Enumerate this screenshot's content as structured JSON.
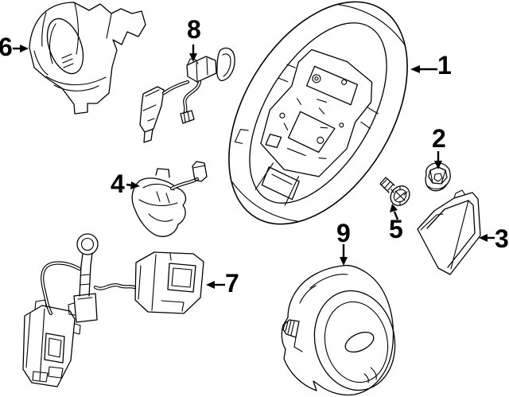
{
  "figure": {
    "type": "exploded-parts-line-drawing",
    "background_color": "#ffffff",
    "ink_color": "#000000"
  },
  "callouts": [
    {
      "num": "1",
      "depicts": "steering-wheel"
    },
    {
      "num": "2",
      "depicts": "lock-nut"
    },
    {
      "num": "3",
      "depicts": "column-trim-cover"
    },
    {
      "num": "4",
      "depicts": "steering-switch"
    },
    {
      "num": "5",
      "depicts": "mounting-bolt"
    },
    {
      "num": "6",
      "depicts": "steering-column-cover"
    },
    {
      "num": "7",
      "depicts": "switch-assembly"
    },
    {
      "num": "8",
      "depicts": "shift-paddle-switch"
    },
    {
      "num": "9",
      "depicts": "air-bag-module"
    }
  ]
}
